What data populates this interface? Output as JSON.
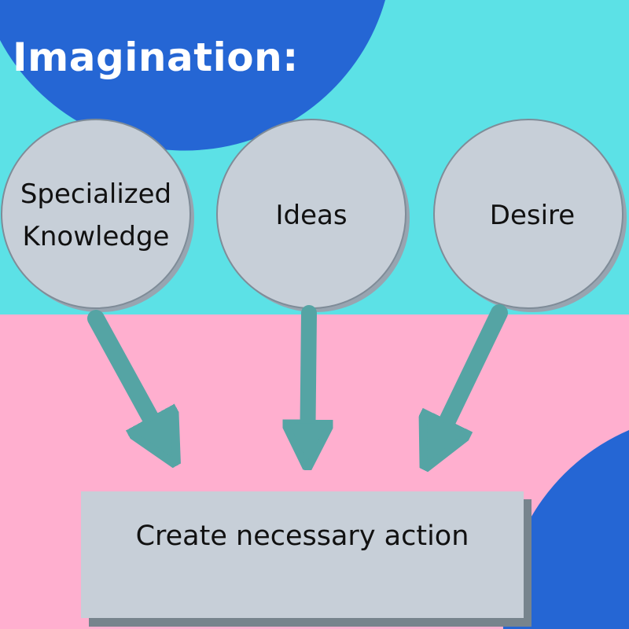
{
  "title": "Imagination:",
  "inputs": [
    {
      "label": "Specialized Knowledge"
    },
    {
      "label": "Ideas"
    },
    {
      "label": "Desire"
    }
  ],
  "result": {
    "label": "Create necessary action"
  },
  "colors": {
    "top_bg": "#5ce1e6",
    "bottom_bg": "#ffafcf",
    "accent_blue": "#2566d4",
    "node_fill": "#c7cfd8",
    "node_shadow": "#98a4b0",
    "arrow": "#55a4a4",
    "box_shadow": "#77848d"
  }
}
